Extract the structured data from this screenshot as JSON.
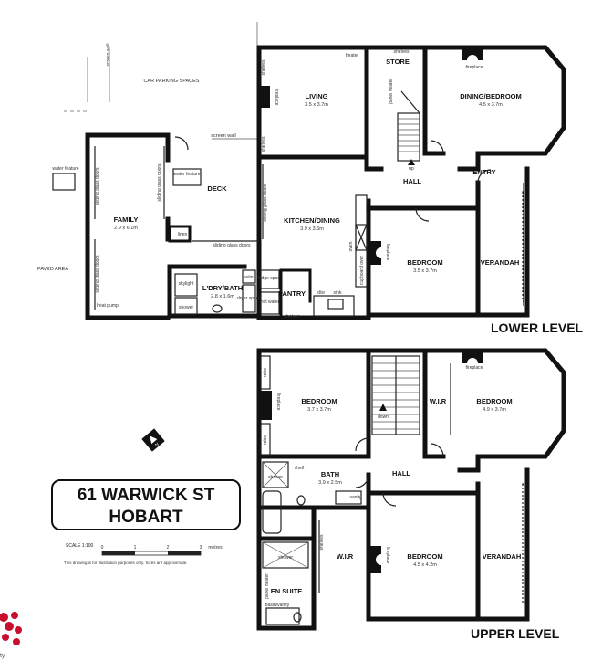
{
  "address": {
    "line1": "61 WARWICK ST",
    "line2": "HOBART"
  },
  "levels": {
    "lower": "LOWER LEVEL",
    "upper": "UPPER LEVEL"
  },
  "scale": {
    "label": "SCALE 1:100",
    "ticks": [
      "0",
      "1",
      "2",
      "3"
    ],
    "unit": "metres"
  },
  "disclaimer": "This drawing is for illustration purposes only. Sizes are approximate.",
  "exterior": {
    "car_parking": "CAR PARKING SPACES",
    "screen_wall_top": "screen wall",
    "screen_wall": "screen wall",
    "paved_area": "PAVED AREA",
    "deck": "DECK",
    "water_feature_left": "water feature",
    "water_feature_right": "water feature",
    "heat_pump": "heat pump"
  },
  "lower_rooms": {
    "living": {
      "name": "LIVING",
      "dims": "3.5 x 3.7m"
    },
    "store": {
      "name": "STORE"
    },
    "dining": {
      "name": "DINING/BEDROOM",
      "dims": "4.5 x 3.7m"
    },
    "hall": {
      "name": "HALL"
    },
    "entry": {
      "name": "ENTRY"
    },
    "family": {
      "name": "FAMILY",
      "dims": "2.9 x 6.1m"
    },
    "kitchen": {
      "name": "KITCHEN/DINING",
      "dims": "3.9 x 3.6m"
    },
    "bedroom": {
      "name": "BEDROOM",
      "dims": "3.5 x 3.7m"
    },
    "verandah": {
      "name": "VERANDAH"
    },
    "laundry": {
      "name": "L'DRY/BATH",
      "dims": "2.8 x 1.6m"
    },
    "pantry": {
      "name": "PANTRY"
    }
  },
  "lower_fixtures": {
    "shelves_1": "shelves",
    "shelves_2": "shelves",
    "fireplace_living": "fireplace",
    "heater": "heater",
    "shelves_store": "shelves",
    "gas_heater": "panel heater",
    "fireplace_dining": "fireplace",
    "up": "up",
    "sliding_1": "sliding glass doors",
    "sliding_2": "sliding glass doors",
    "sliding_3": "sliding glass doors",
    "sliding_4": "sliding glass doors",
    "sliding_5": "sliding glass doors",
    "linen": "linen",
    "skylight": "skylight",
    "shower": "shower",
    "wm": "w/m",
    "dryer": "dryer space",
    "fridge": "fridge space",
    "hws": "hot water",
    "dw": "d/w",
    "sink": "sink",
    "oven": "oven",
    "cupboard": "cupboard over",
    "shelves_pantry": "shelves",
    "fireplace_bed": "fireplace"
  },
  "upper_rooms": {
    "bed1": {
      "name": "BEDROOM",
      "dims": "3.7 x 3.7m"
    },
    "bed2": {
      "name": "BEDROOM",
      "dims": "4.9 x 3.7m"
    },
    "wir1": {
      "name": "W.I.R"
    },
    "hall": {
      "name": "HALL"
    },
    "bath": {
      "name": "BATH",
      "dims": "3.9 x 2.5m"
    },
    "wir2": {
      "name": "W.I.R"
    },
    "bed3": {
      "name": "BEDROOM",
      "dims": "4.5 x 4.2m"
    },
    "verandah": {
      "name": "VERANDAH"
    },
    "ensuite": {
      "name": "EN SUITE"
    }
  },
  "upper_fixtures": {
    "robe_1": "robe",
    "fireplace_1": "fireplace",
    "robe_2": "robe",
    "down": "down",
    "fireplace_2": "fireplace",
    "shelf": "shelf",
    "vanity": "vanity",
    "shelves": "shelves",
    "fireplace_3": "fireplace",
    "shower_bath": "shower",
    "shower_en": "shower",
    "heater": "panel heater",
    "vanity_en": "basin/vanity"
  },
  "compass": {
    "label": "N"
  },
  "logo": {
    "text": "ty"
  },
  "colors": {
    "wall": "#111111",
    "logo": "#c8102e"
  }
}
